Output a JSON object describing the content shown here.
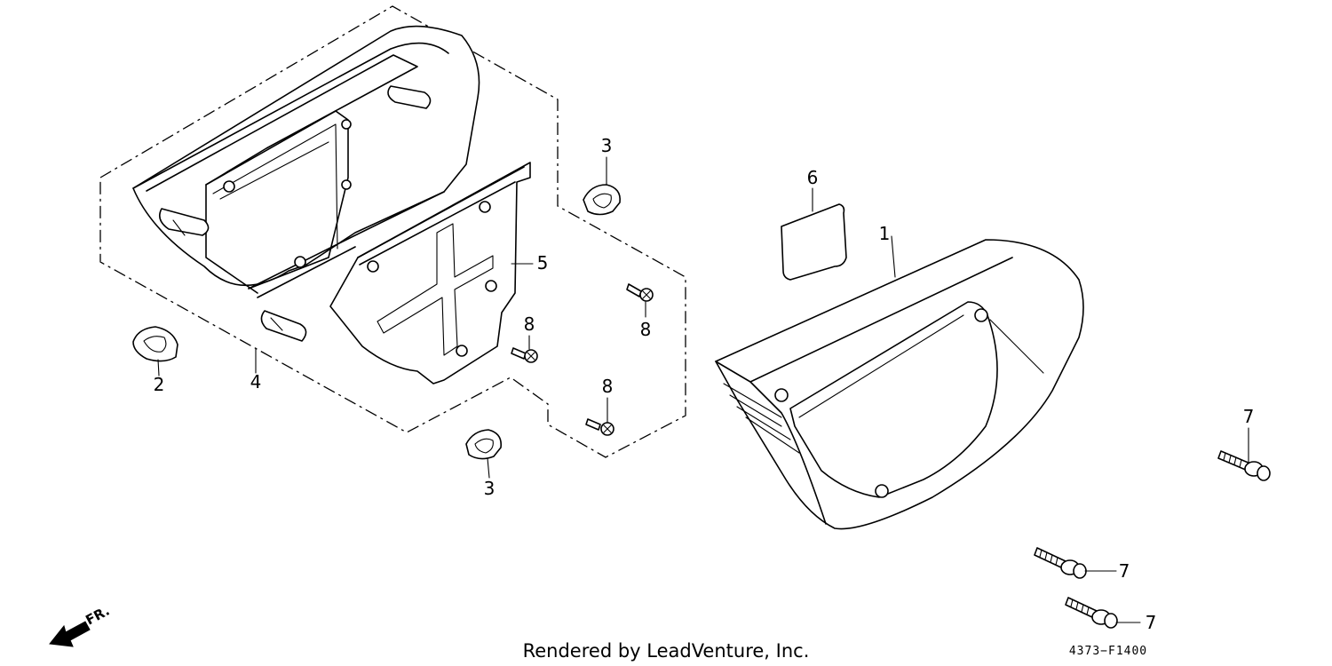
{
  "diagram": {
    "callouts": [
      {
        "id": "c1",
        "label": "1"
      },
      {
        "id": "c2",
        "label": "2"
      },
      {
        "id": "c3a",
        "label": "3"
      },
      {
        "id": "c3b",
        "label": "3"
      },
      {
        "id": "c4",
        "label": "4"
      },
      {
        "id": "c5",
        "label": "5"
      },
      {
        "id": "c6",
        "label": "6"
      },
      {
        "id": "c7a",
        "label": "7"
      },
      {
        "id": "c7b",
        "label": "7"
      },
      {
        "id": "c7c",
        "label": "7"
      },
      {
        "id": "c8a",
        "label": "8"
      },
      {
        "id": "c8b",
        "label": "8"
      },
      {
        "id": "c8c",
        "label": "8"
      }
    ],
    "direction_label": "FR.",
    "credit": "Rendered by LeadVenture, Inc.",
    "drawing_code": "4373−F1400"
  }
}
